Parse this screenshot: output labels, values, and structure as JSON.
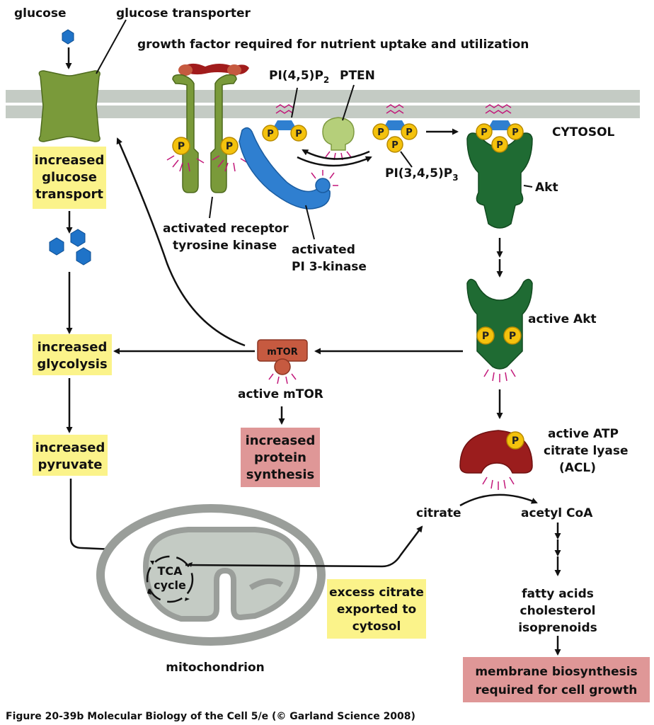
{
  "labels": {
    "glucose": "glucose",
    "glucose_transporter": "glucose transporter",
    "growth_factor": "growth factor required for nutrient uptake and utilization",
    "pip2_main": "PI(4,5)P",
    "pip2_sub": "2",
    "pten": "PTEN",
    "cytosol": "CYTOSOL",
    "pip3_main": "PI(3,4,5)P",
    "pip3_sub": "3",
    "akt": "Akt",
    "activated_rtk_1": "activated receptor",
    "activated_rtk_2": "tyrosine kinase",
    "activated_pi3k_1": "activated",
    "activated_pi3k_2": "PI 3-kinase",
    "active_akt": "active Akt",
    "mtor": "mTOR",
    "active_mtor": "active mTOR",
    "active_acl_1": "active ATP",
    "active_acl_2": "citrate lyase",
    "active_acl_3": "(ACL)",
    "citrate": "citrate",
    "acetyl_coa": "acetyl CoA",
    "tca_1": "TCA",
    "tca_2": "cycle",
    "mitochondrion": "mitochondrion",
    "fatty_1": "fatty acids",
    "fatty_2": "cholesterol",
    "fatty_3": "isoprenoids",
    "phospho": "P"
  },
  "boxes": {
    "glucose_transport": [
      "increased",
      "glucose",
      "transport"
    ],
    "glycolysis": [
      "increased",
      "glycolysis"
    ],
    "pyruvate": [
      "increased",
      "pyruvate"
    ],
    "protein_synthesis": [
      "increased",
      "protein",
      "synthesis"
    ],
    "excess_citrate": [
      "excess citrate",
      "exported to",
      "cytosol"
    ],
    "membrane_biosynthesis": [
      "membrane biosynthesis",
      "required for cell growth"
    ]
  },
  "caption": "Figure 20-39b  Molecular Biology of the Cell 5/e (© Garland Science 2008)",
  "colors": {
    "membrane": "#c4cbc4",
    "transporter_green": "#7a9a3a",
    "receptor_green": "#7a9a3a",
    "akt_green": "#1f6b33",
    "pi3k_blue": "#2f7fd0",
    "glucose_blue": "#1f73c8",
    "phosphate_yellow": "#f4c20d",
    "highlight_yellow": "#fbf38a",
    "highlight_pink": "#df9797",
    "mtor_red": "#c65a40",
    "acl_red": "#9b1d1d",
    "magenta_rays": "#c2187a",
    "mito_gray": "#9a9e9a"
  }
}
